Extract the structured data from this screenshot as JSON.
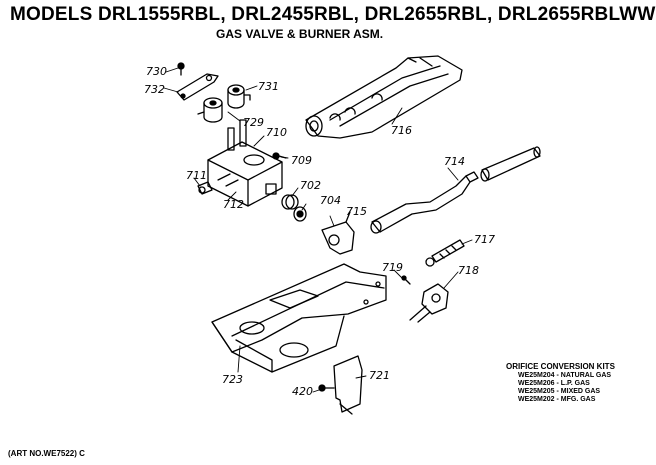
{
  "title": "MODELS DRL1555RBL, DRL2455RBL, DRL2655RBL, DRL2655RBLWW",
  "subtitle": "GAS VALVE & BURNER ASM.",
  "callouts": {
    "p730": "730",
    "p732": "732",
    "p731": "731",
    "p729": "729",
    "p710": "710",
    "p709": "709",
    "p711": "711",
    "p712": "712",
    "p702": "702",
    "p704": "704",
    "p715": "715",
    "p714": "714",
    "p716": "716",
    "p717": "717",
    "p719": "719",
    "p718": "718",
    "p723": "723",
    "p420": "420",
    "p721": "721"
  },
  "orifice_kits": {
    "title": "ORIFICE CONVERSION KITS",
    "rows": [
      "WE25M204 - NATURAL GAS",
      "WE25M206 - L.P. GAS",
      "WE25M205 - MIXED GAS",
      "WE25M202 - MFG. GAS"
    ]
  },
  "art_no": "(ART NO.WE7522) C"
}
